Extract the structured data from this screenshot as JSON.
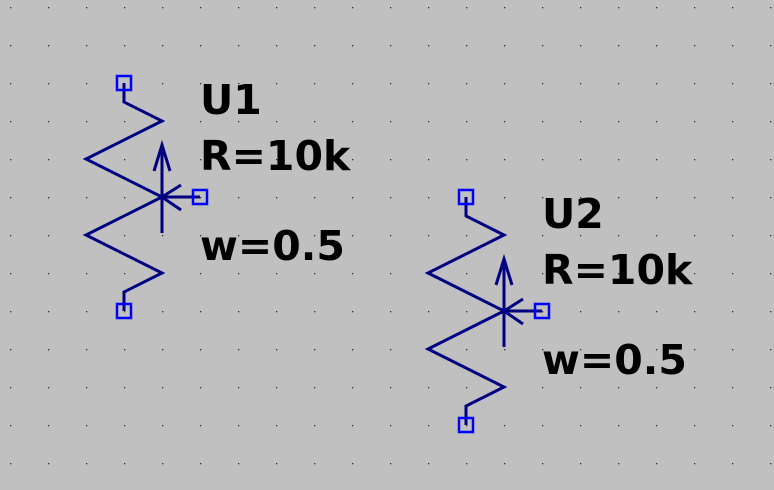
{
  "components": [
    {
      "name": "U1",
      "value": "R=10k",
      "param": "w=0.5"
    },
    {
      "name": "U2",
      "value": "R=10k",
      "param": "w=0.5"
    }
  ],
  "colors": {
    "background": "#c0c0c0",
    "wire": "#000080",
    "pin": "#0000ff",
    "grid": "#303030"
  }
}
